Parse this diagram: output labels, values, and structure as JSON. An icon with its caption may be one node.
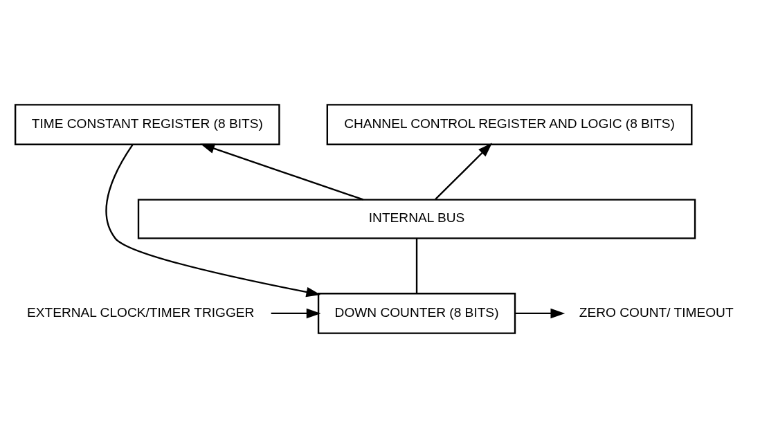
{
  "diagram": {
    "nodes": [
      {
        "text": [
          "CHANNEL CONTROL REGISTER AND LOGIC (8 BITS)"
        ]
      },
      {
        "text": [
          "TIME CONSTANT REGISTER (8 BITS)"
        ]
      },
      {
        "text": [
          "INTERNAL BUS"
        ]
      },
      {
        "text": [
          "DOWN COUNTER (8 BITS)"
        ]
      },
      {
        "text": [
          "EXTERNAL CLOCK/TIMER TRIGGER"
        ]
      },
      {
        "text": [
          "ZERO COUNT/ TIMEOUT"
        ]
      }
    ],
    "edges": [
      {
        "from": 2,
        "to": 0,
        "arrow": "to"
      },
      {
        "from": 2,
        "to": 1,
        "arrow": "to"
      },
      {
        "from": 3,
        "to": 2,
        "arrow": "none"
      },
      {
        "from": 1,
        "to": 3,
        "arrow": "to"
      },
      {
        "from": 4,
        "to": 3,
        "arrow": "to"
      },
      {
        "from": 3,
        "to": 5,
        "arrow": "to"
      }
    ]
  }
}
